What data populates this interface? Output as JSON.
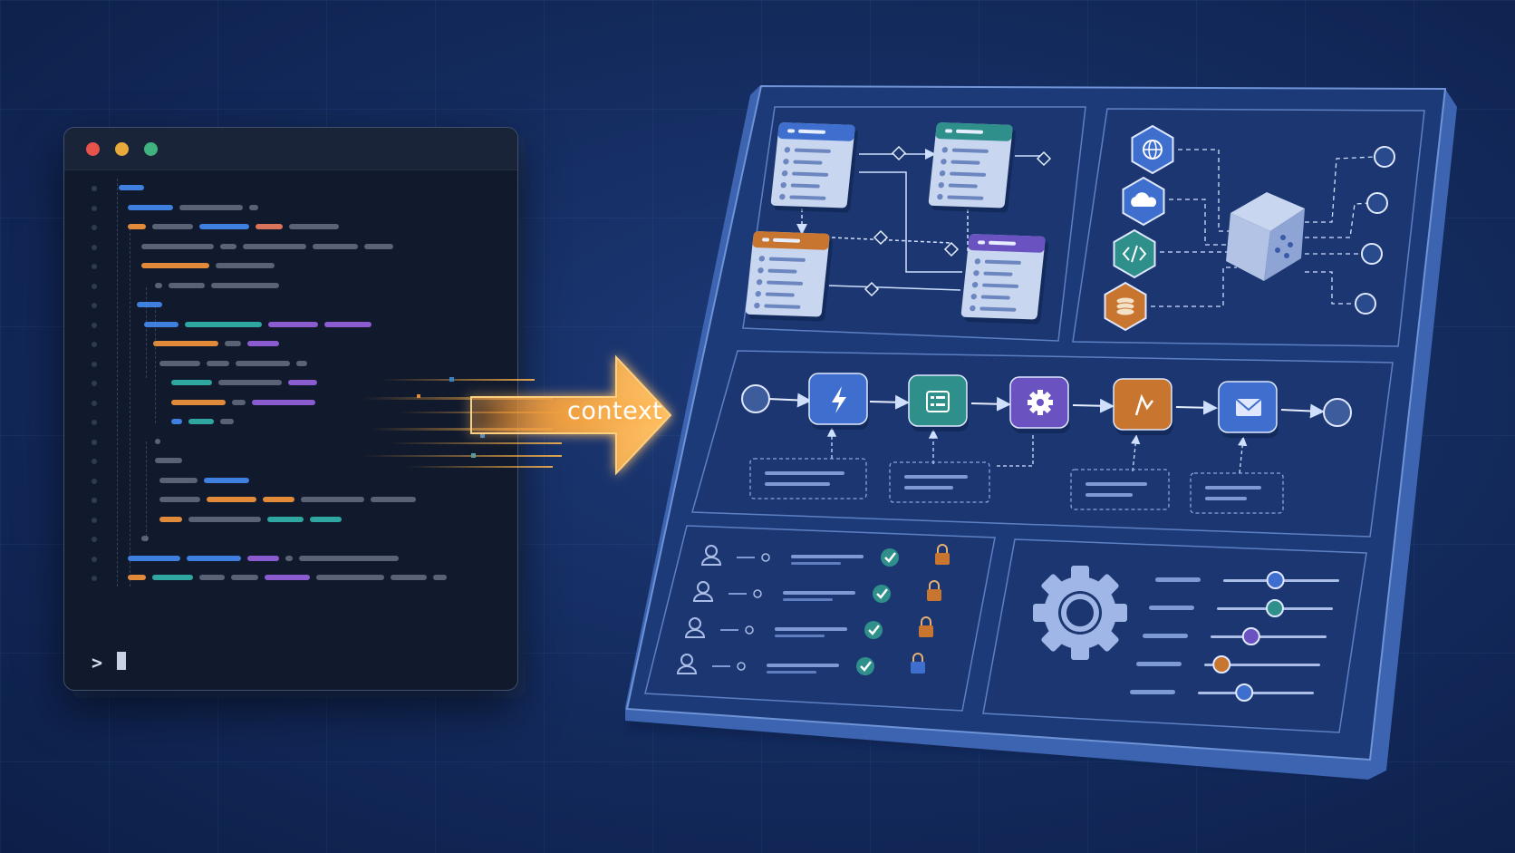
{
  "editor": {
    "window_controls": [
      "close",
      "minimize",
      "maximize"
    ],
    "prompt_symbol": ">",
    "colors": {
      "close": "#e5534b",
      "minimize": "#e6a93a",
      "maximize": "#3fb27f",
      "blue": "#3f7fe0",
      "gray": "#6b7588",
      "teal": "#2fa6a0",
      "purple": "#8a5cd0",
      "orange": "#e08a3a",
      "salmon": "#d9745a"
    }
  },
  "arrow": {
    "label": "context",
    "color": "#f2a23c"
  },
  "board": {
    "colors": {
      "panel_fill": "#1b3670",
      "panel_stroke": "#4f74b8",
      "card_blue": "#3f6fce",
      "card_teal": "#2f8f8a",
      "card_orange": "#c87530",
      "card_purple": "#6a52c0"
    },
    "schema_cards": [
      "blue",
      "teal",
      "orange",
      "purple"
    ],
    "service_icons": [
      "globe-icon",
      "cloud-icon",
      "code-icon",
      "database-icon"
    ],
    "pipeline_steps": [
      "bolt-icon",
      "list-icon",
      "gear-icon",
      "branch-icon",
      "mail-icon"
    ],
    "access_rows": 4,
    "sliders": [
      0.45,
      0.5,
      0.35,
      0.15,
      0.4
    ]
  }
}
